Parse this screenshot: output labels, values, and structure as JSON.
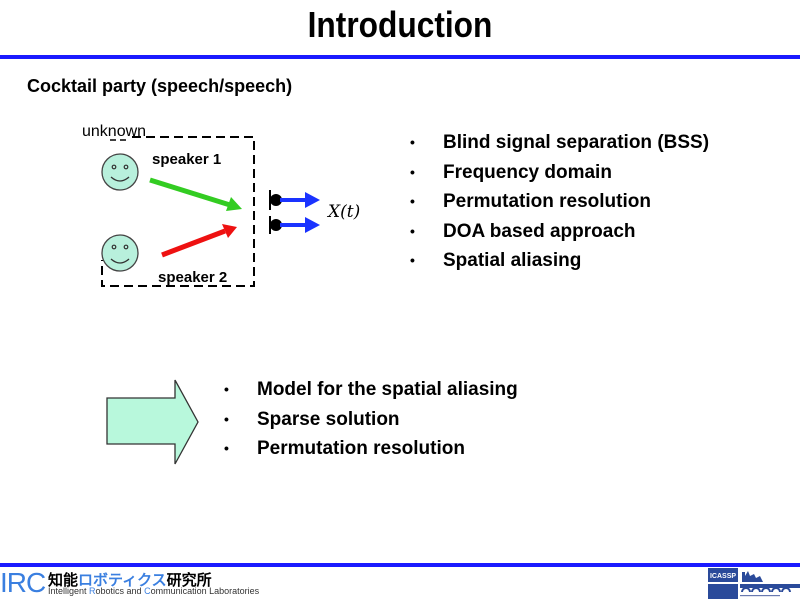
{
  "slide": {
    "title": "Introduction",
    "subtitle": "Cocktail party (speech/speech)"
  },
  "diagram": {
    "box_label": "unknown",
    "speaker1_label": "speaker 1",
    "speaker2_label": "speaker 2",
    "output_label": "X(t)",
    "colors": {
      "face_fill": "#b8f0dc",
      "speaker1_arrow": "#33cc22",
      "speaker2_arrow": "#ee1111",
      "output_arrows": "#1a33ff"
    }
  },
  "bullets_top": [
    "Blind signal separation (BSS)",
    "Frequency domain",
    "Permutation resolution",
    "DOA based approach",
    "Spatial aliasing"
  ],
  "bullets_bottom": [
    "Model for the spatial aliasing",
    "Sparse solution",
    "Permutation resolution"
  ],
  "bullet_glyph": "•",
  "footer": {
    "logo_abbrev": "IRC",
    "jp_name_part1": "知能",
    "jp_name_part2": "ロボティクス",
    "jp_name_part3": "研究所",
    "en_name_pre": "Intelligent ",
    "en_R": "R",
    "en_mid": "obotics and ",
    "en_C": "C",
    "en_post": "ommunication Laboratories",
    "conference_logo": "ICASSP"
  },
  "accent_color": "#1a1aff"
}
